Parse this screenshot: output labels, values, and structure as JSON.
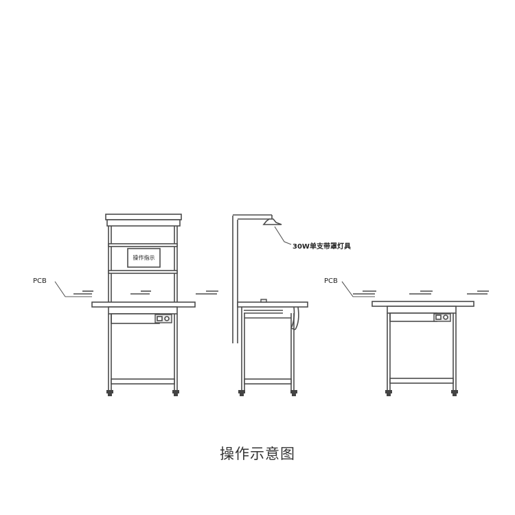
{
  "labels": {
    "pcb_left": "PCB",
    "pcb_right": "PCB",
    "sign": "操作指示",
    "lamp": "30W单支带罩灯具"
  },
  "caption": "操作示意图"
}
